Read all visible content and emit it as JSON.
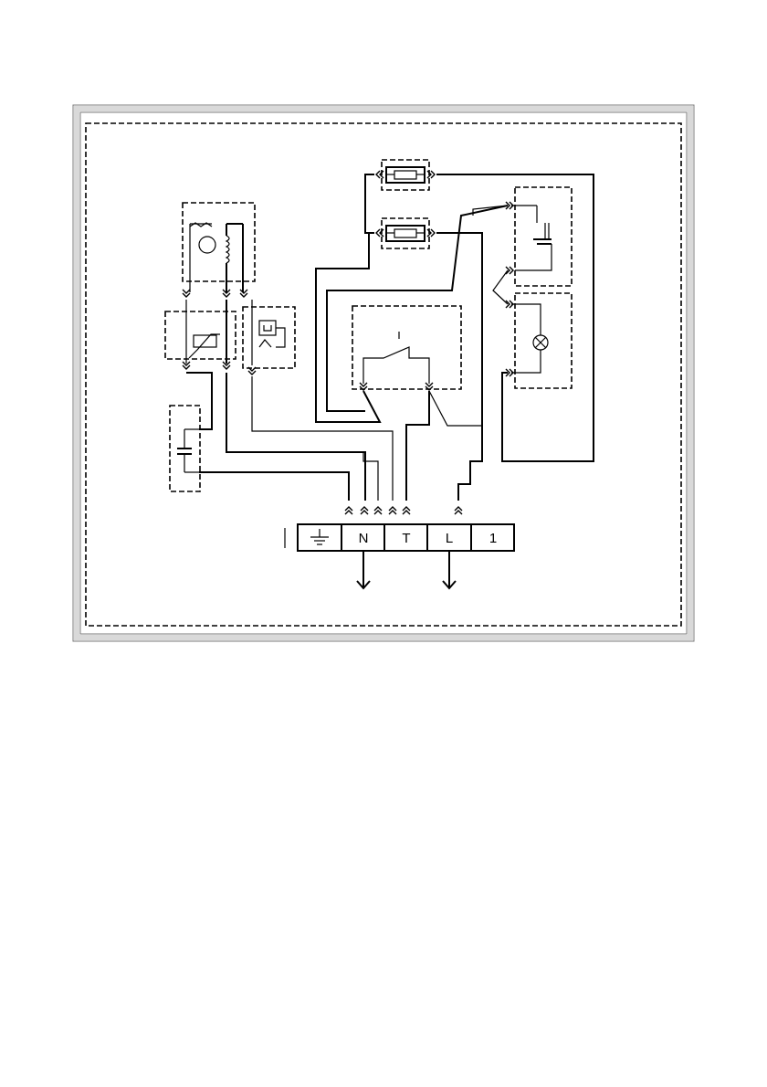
{
  "terminal_block": {
    "labels": [
      "N",
      "T",
      "L",
      "1"
    ]
  },
  "icons": {
    "ground": "ground-icon",
    "lamp": "lamp-icon",
    "motor": "motor-icon",
    "capacitor": "capacitor-icon",
    "thermistor": "thermistor-icon",
    "fuse": "fuse-icon",
    "door-switch": "door-switch-icon"
  },
  "colors": {
    "line": "#000000",
    "frame_outer": "#d9d9d9",
    "frame_inner": "#7a7a7a"
  }
}
